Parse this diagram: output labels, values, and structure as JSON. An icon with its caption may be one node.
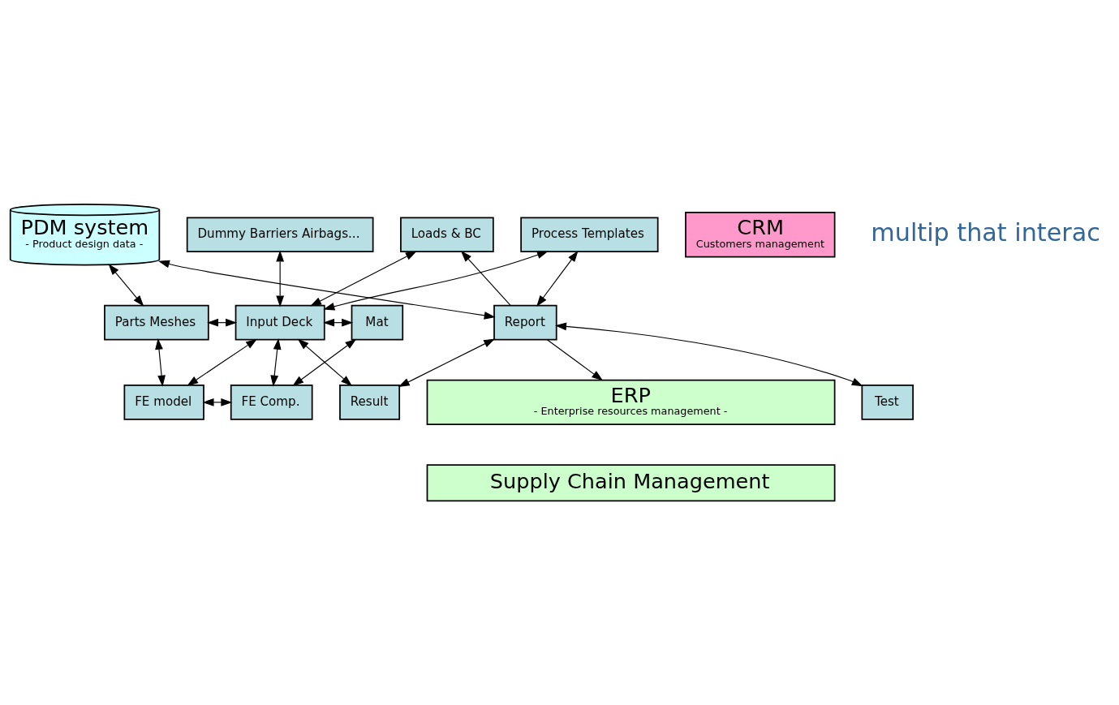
{
  "diagram": {
    "nodes": [
      {
        "text": [
          "Dummy Barriers Airbags..."
        ]
      },
      {
        "text": [
          "Loads & BC"
        ]
      },
      {
        "text": [
          "Process Templates"
        ]
      },
      {
        "text": [
          "FE model"
        ]
      },
      {
        "text": [
          "FE Comp."
        ]
      },
      {
        "text": [
          "Result"
        ]
      },
      {
        "text": [
          "Test"
        ]
      },
      {
        "text": [
          "Mat"
        ]
      },
      {
        "text": [
          "Parts Meshes"
        ]
      },
      {
        "text": [
          "Input Deck"
        ]
      },
      {
        "text": [
          "Report"
        ]
      },
      {
        "text": [
          "PDM system",
          "- Product design data -"
        ]
      },
      {
        "text": [
          "CRM",
          "Customers management"
        ]
      },
      {
        "text": [
          "ERP",
          "- Enterprise resources management -"
        ]
      },
      {
        "text": [
          "Supply Chain Management"
        ]
      }
    ],
    "edges": [
      {
        "from": 3,
        "to": 4,
        "arrow": "both"
      },
      {
        "from": 9,
        "to": 4,
        "arrow": "both"
      },
      {
        "from": 9,
        "to": 3,
        "arrow": "both"
      },
      {
        "from": 9,
        "to": 7,
        "arrow": "both"
      },
      {
        "from": 7,
        "to": 4,
        "arrow": "both"
      },
      {
        "from": 8,
        "to": 3,
        "arrow": "both"
      },
      {
        "from": 8,
        "to": 9,
        "arrow": "both"
      },
      {
        "from": 9,
        "to": 0,
        "arrow": "both"
      },
      {
        "from": 9,
        "to": 1,
        "arrow": "both"
      },
      {
        "from": 10,
        "to": 1,
        "arrow": "to"
      },
      {
        "from": 9,
        "to": 2,
        "arrow": "both"
      },
      {
        "from": 2,
        "to": 10,
        "arrow": "both"
      },
      {
        "from": 9,
        "to": 5,
        "arrow": "both"
      },
      {
        "from": 5,
        "to": 10,
        "arrow": "both"
      },
      {
        "from": 10,
        "to": 6,
        "arrow": "both"
      },
      {
        "from": 11,
        "to": 10,
        "arrow": "both"
      },
      {
        "from": 10,
        "to": 13,
        "arrow": "to"
      },
      {
        "from": 11,
        "to": 8,
        "arrow": "both"
      }
    ],
    "labels": [
      "multip that interac"
    ]
  }
}
